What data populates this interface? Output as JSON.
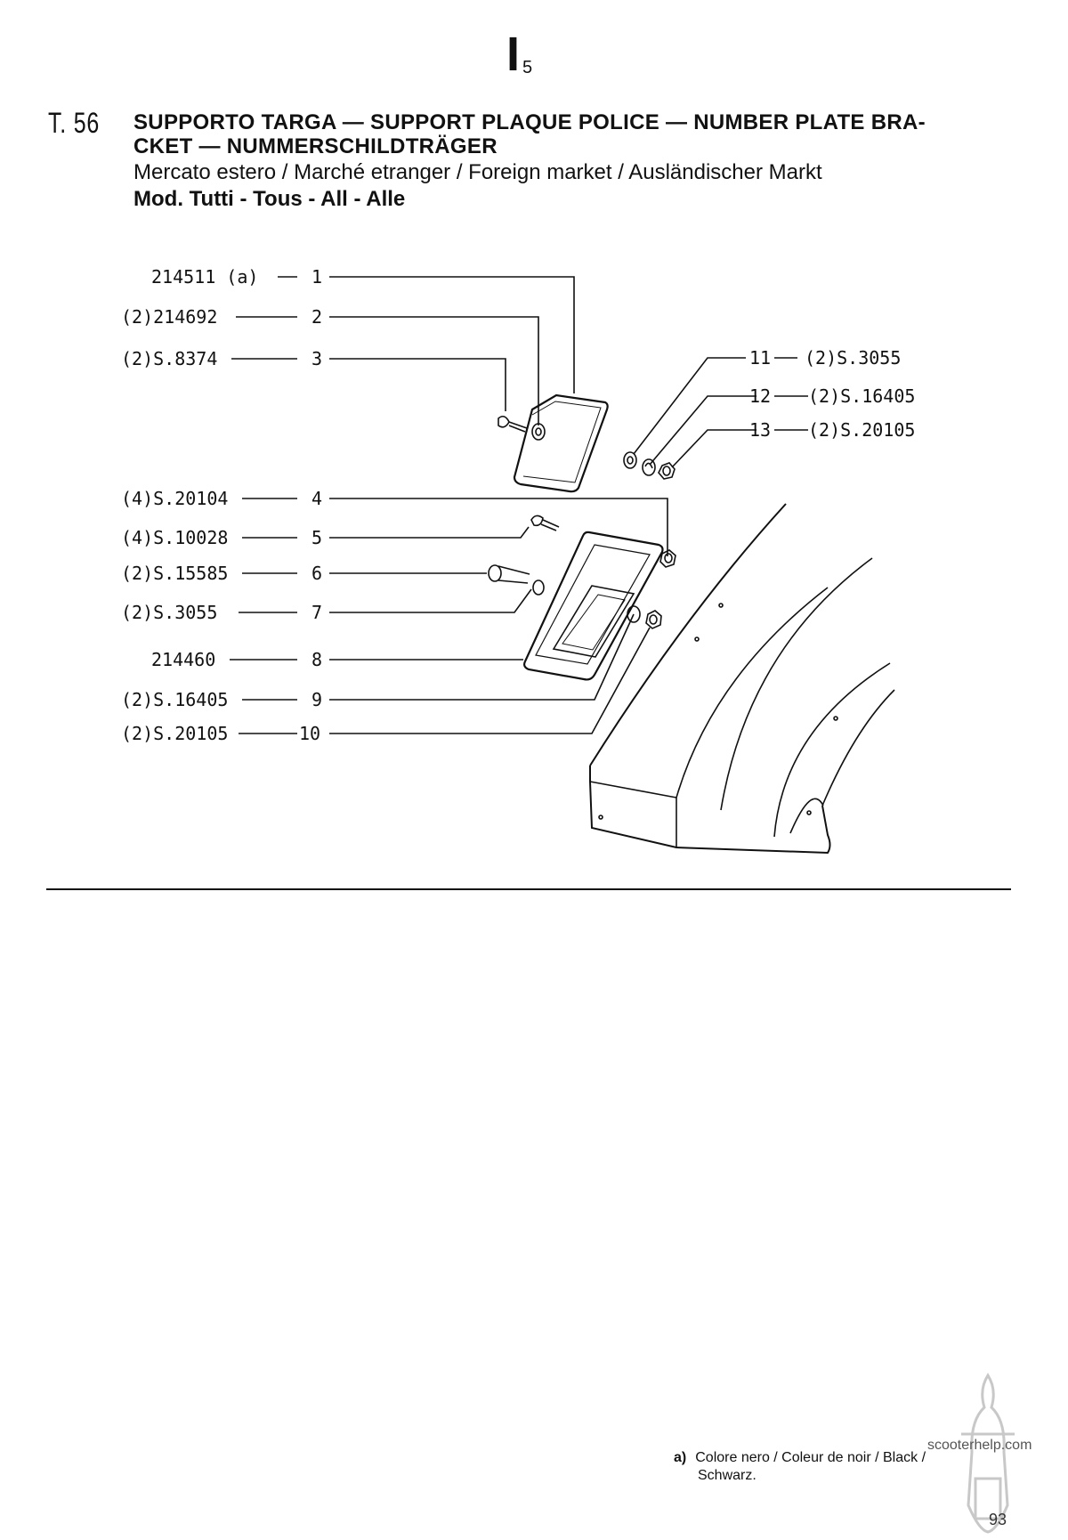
{
  "header": {
    "section": "I",
    "section_sub": "5",
    "table_no": "T. 56",
    "title_line1": "SUPPORTO TARGA — SUPPORT PLAQUE POLICE — NUMBER PLATE BRA-",
    "title_line2": "CKET — NUMMERSCHILDTRÄGER",
    "subtitle": "Mercato estero / Marché etranger / Foreign market / Ausländischer Markt",
    "models": "Mod. Tutti - Tous - All - Alle"
  },
  "parts": [
    {
      "code": "214511 (a)",
      "no": "1"
    },
    {
      "code": "(2)214692",
      "no": "2"
    },
    {
      "code": "(2)S.8374",
      "no": "3"
    },
    {
      "code": "(4)S.20104",
      "no": "4"
    },
    {
      "code": "(4)S.10028",
      "no": "5"
    },
    {
      "code": "(2)S.15585",
      "no": "6"
    },
    {
      "code": "(2)S.3055",
      "no": "7"
    },
    {
      "code": "214460",
      "no": "8"
    },
    {
      "code": "(2)S.16405",
      "no": "9"
    },
    {
      "code": "(2)S.20105",
      "no": "10"
    },
    {
      "code": "(2)S.3055",
      "no": "11"
    },
    {
      "code": "(2)S.16405",
      "no": "12"
    },
    {
      "code": "(2)S.20105",
      "no": "13"
    }
  ],
  "footnote": {
    "mark": "a)",
    "line1": "Colore nero / Coleur de noir / Black /",
    "line2": "Schwarz."
  },
  "watermark": "scooterhelp.com",
  "page_number": "93"
}
